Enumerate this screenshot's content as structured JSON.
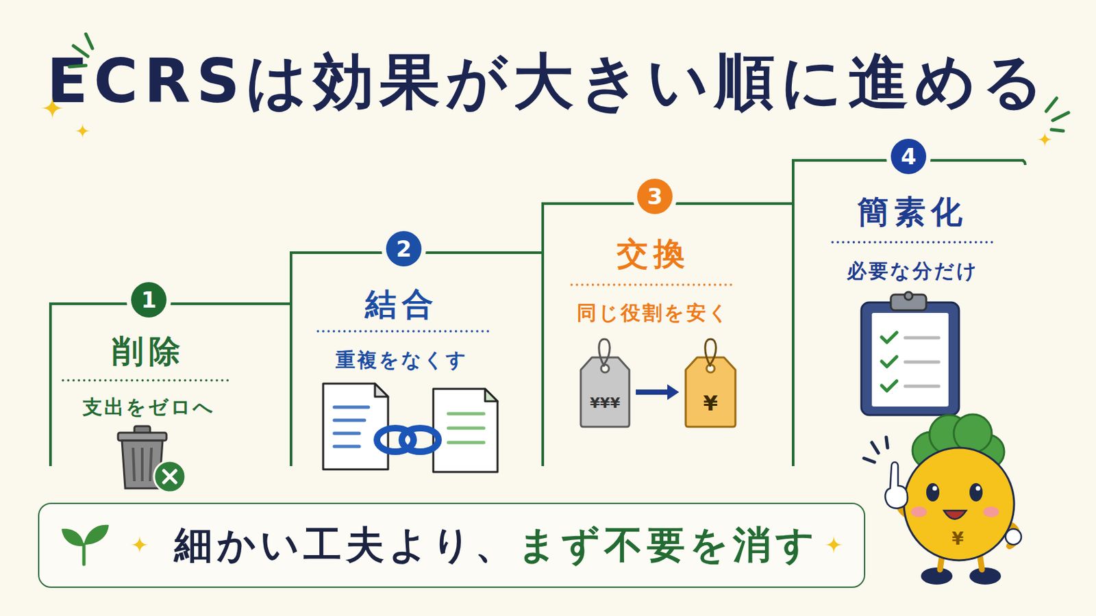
{
  "diagram": {
    "title": "ECRSは効果が大きい順に進める",
    "nodes": [
      {
        "text": [
          "削除",
          "支出をゼロへ"
        ]
      },
      {
        "text": [
          "1"
        ],
        "in": 0
      },
      {
        "text": [
          "結合",
          "重複をなくす"
        ]
      },
      {
        "text": [
          "2"
        ],
        "in": 2
      },
      {
        "text": [
          "交換",
          "同じ役割を安く"
        ]
      },
      {
        "text": [
          "3"
        ],
        "in": 4
      },
      {
        "text": [
          "¥¥¥"
        ],
        "in": 4
      },
      {
        "text": [
          "¥"
        ],
        "in": 4
      },
      {
        "text": [
          "簡素化",
          "必要な分だけ"
        ]
      },
      {
        "text": [
          "4"
        ],
        "in": 8
      },
      {
        "text": [
          "細かい工夫より、",
          "まず不要を消す"
        ]
      }
    ],
    "edges": [
      {
        "from": 6,
        "to": 7,
        "arrow": "to"
      }
    ],
    "labels": [
      "¥"
    ]
  }
}
